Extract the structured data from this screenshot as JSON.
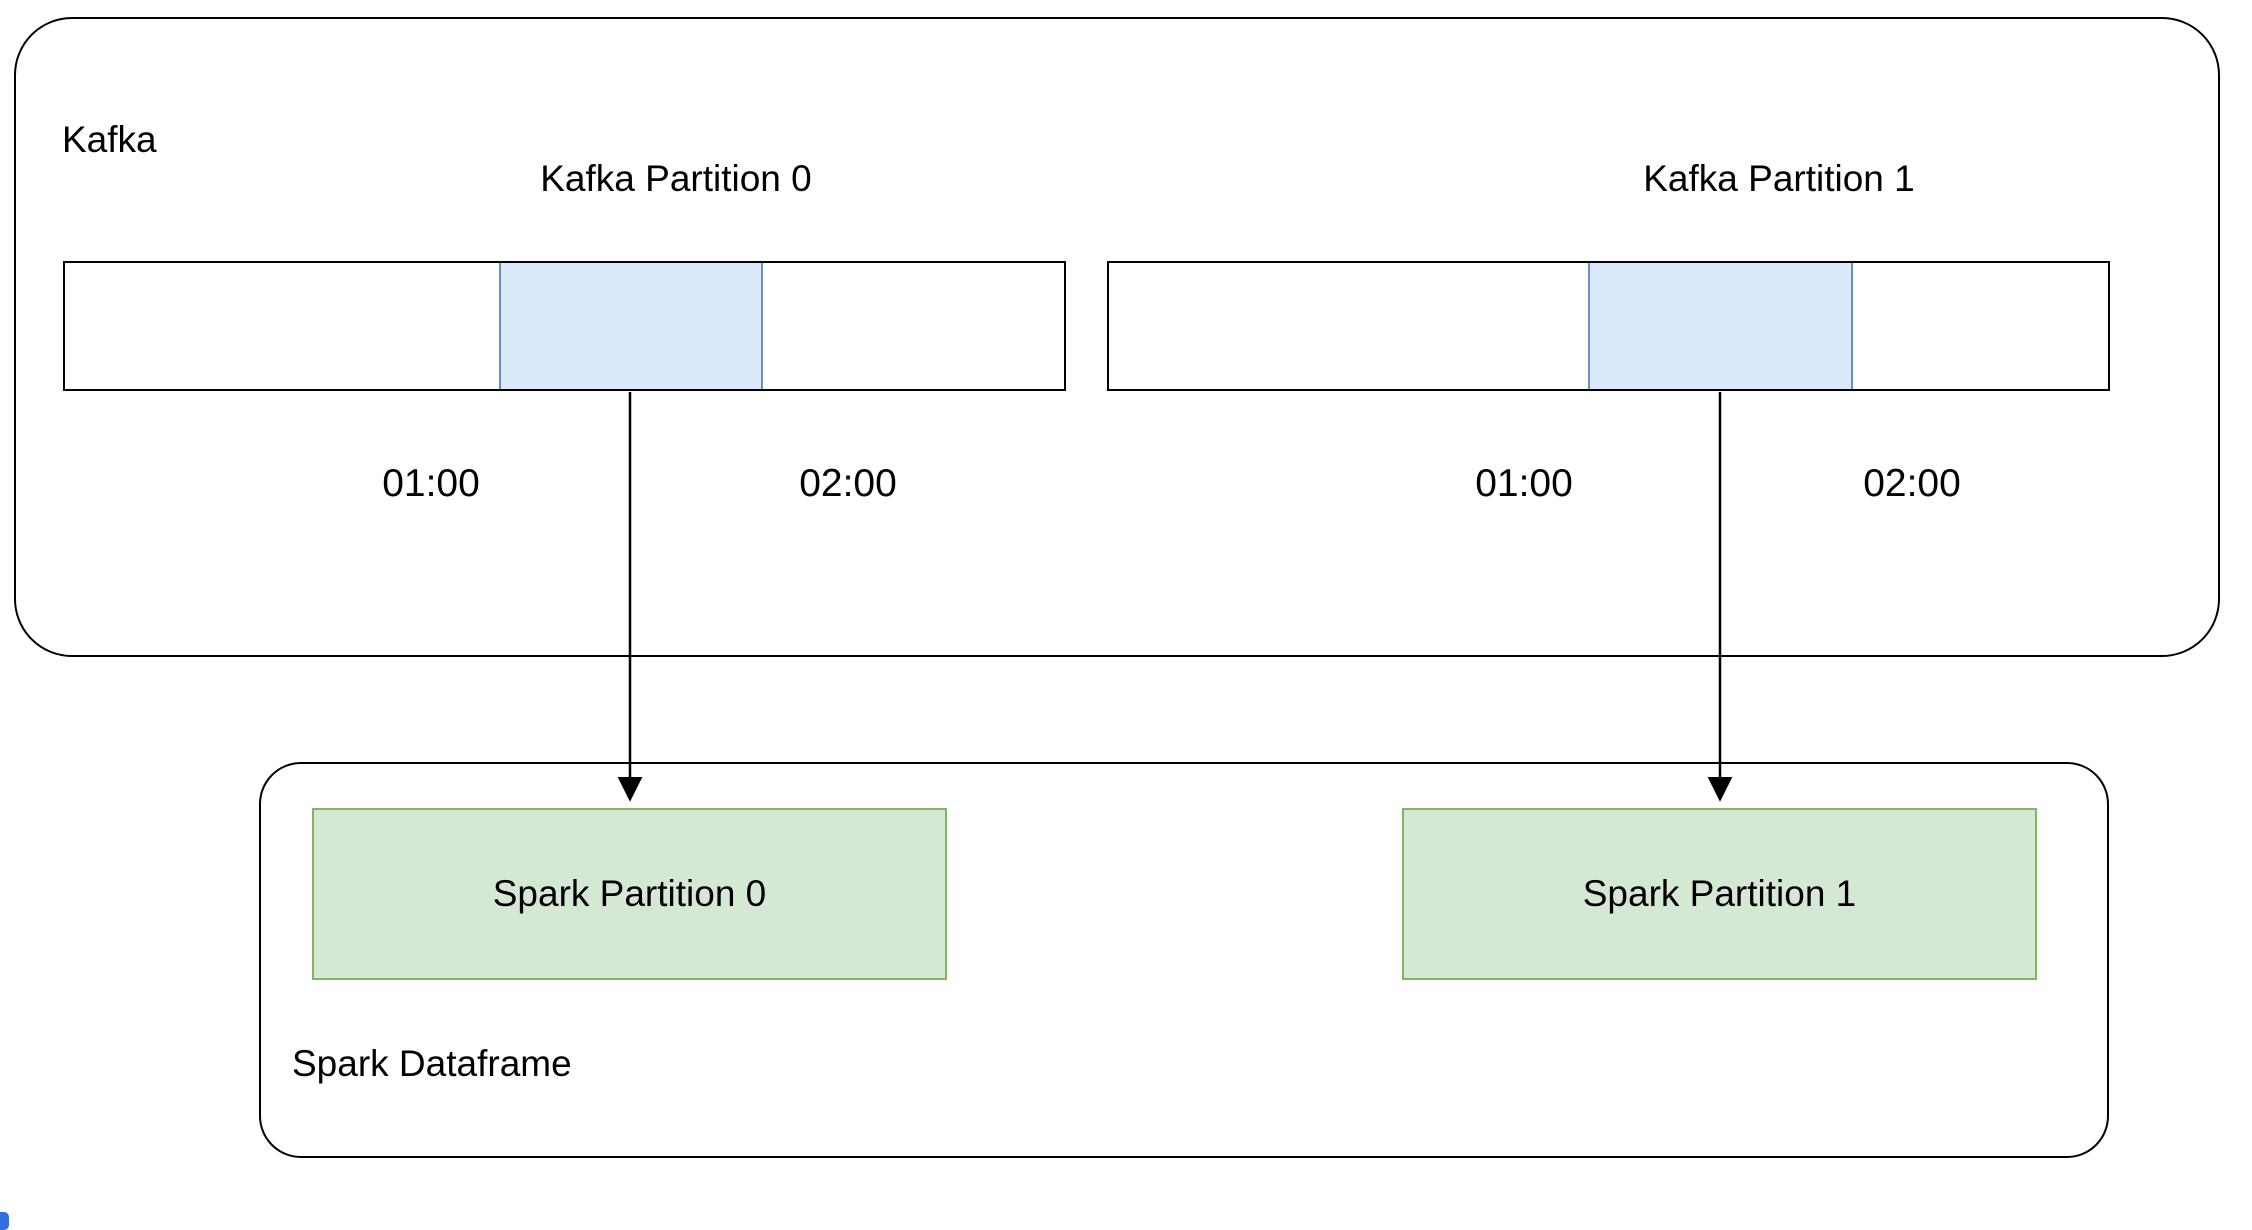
{
  "diagram": {
    "kafka": {
      "label": "Kafka",
      "partitions": [
        {
          "title": "Kafka Partition 0",
          "time_start": "01:00",
          "time_end": "02:00"
        },
        {
          "title": "Kafka Partition 1",
          "time_start": "01:00",
          "time_end": "02:00"
        }
      ]
    },
    "spark": {
      "label": "Spark Dataframe",
      "partitions": [
        {
          "title": "Spark Partition 0"
        },
        {
          "title": "Spark Partition 1"
        }
      ]
    },
    "colors": {
      "kafka_segment_fill": "#dae8fc",
      "kafka_segment_border": "#6c8ebf",
      "spark_partition_fill": "#d5e8d4",
      "spark_partition_border": "#82b366",
      "outline": "#000000"
    }
  }
}
